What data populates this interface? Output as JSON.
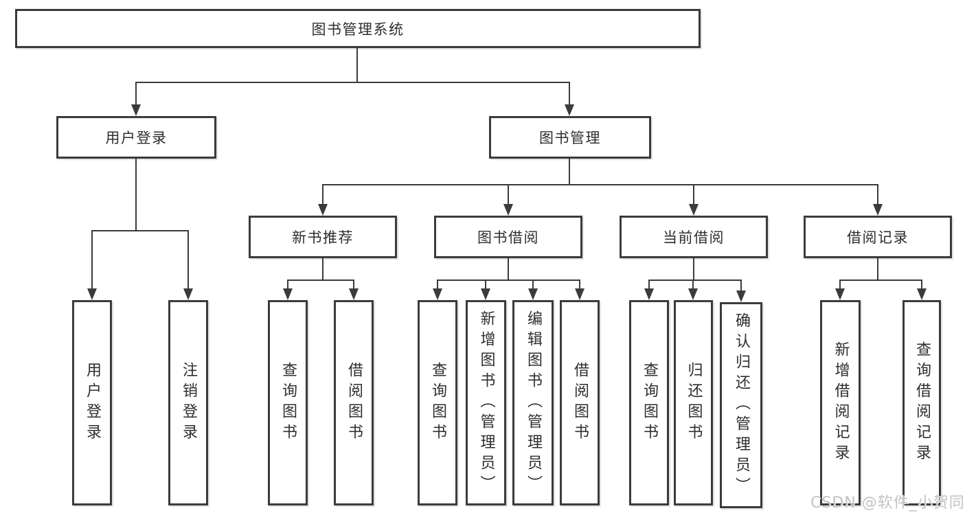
{
  "colors": {
    "line": "#3b3b3b",
    "box_border": "#3b3b3b",
    "text": "#2e2e2e",
    "background": "#ffffff",
    "watermark": "#c2c2c2"
  },
  "watermark": {
    "text": "CSDN @软件_小贺同学"
  },
  "tree": {
    "root": {
      "label": "图书管理系统"
    },
    "branches": [
      {
        "label": "用户登录",
        "children": [
          {
            "label": "用户登录"
          },
          {
            "label": "注销登录"
          }
        ]
      },
      {
        "label": "图书管理",
        "children": [
          {
            "label": "新书推荐",
            "children": [
              {
                "label": "查询图书"
              },
              {
                "label": "借阅图书"
              }
            ]
          },
          {
            "label": "图书借阅",
            "children": [
              {
                "label": "查询图书"
              },
              {
                "label": "新增图书（管理员）"
              },
              {
                "label": "编辑图书（管理员）"
              },
              {
                "label": "借阅图书"
              }
            ]
          },
          {
            "label": "当前借阅",
            "children": [
              {
                "label": "查询图书"
              },
              {
                "label": "归还图书"
              },
              {
                "label": "确认归还（管理员）"
              }
            ]
          },
          {
            "label": "借阅记录",
            "children": [
              {
                "label": "新增借阅记录"
              },
              {
                "label": "查询借阅记录"
              }
            ]
          }
        ]
      }
    ]
  }
}
